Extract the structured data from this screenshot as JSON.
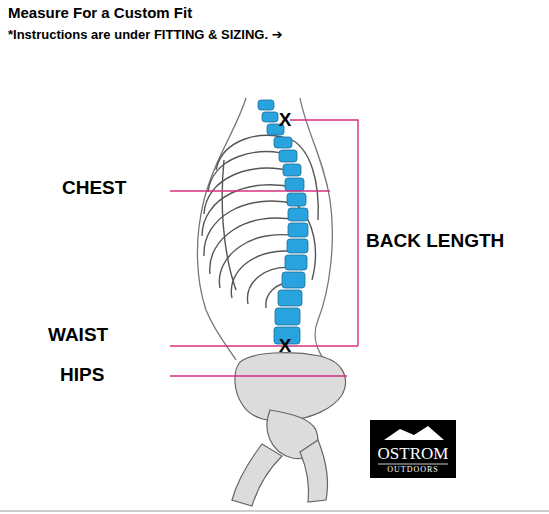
{
  "diagram": {
    "title": "Measure For a Custom Fit",
    "nodes": [
      {
        "text": [
          "OSTROM",
          "OUTDOORS"
        ]
      }
    ],
    "labels": [
      "*Instructions are under FITTING & SIZING. ➔",
      "CHEST",
      "BACK LENGTH",
      "WAIST",
      "HIPS",
      "X",
      "X"
    ]
  }
}
